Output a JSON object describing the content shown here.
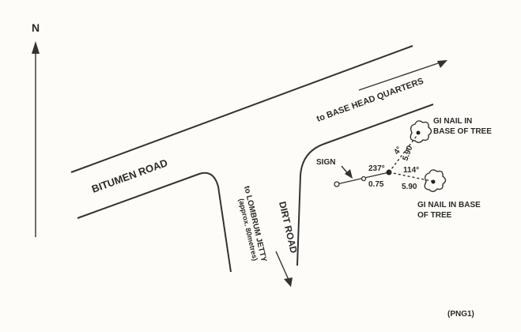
{
  "north_label": "N",
  "roads": {
    "bitumen": "BITUMEN ROAD",
    "dirt": "DIRT ROAD"
  },
  "directions": {
    "base_hq": "to BASE HEAD QUARTERS",
    "jetty_line1": "to LOMBRUM JETTY",
    "jetty_line2": "(approx. 80metres)"
  },
  "survey": {
    "sign_label": "SIGN",
    "angle_to_sign": "237°",
    "dist_to_sign": "0.75",
    "angle_upper": "4°",
    "dist_upper": "5.90",
    "angle_lower": "114°",
    "dist_lower": "5.90"
  },
  "trees": {
    "upper_line1": "GI NAIL IN",
    "upper_line2": "BASE OF TREE",
    "lower_line1": "GI NAIL IN BASE",
    "lower_line2": "OF TREE"
  },
  "reference_code": "(PNG1)",
  "colors": {
    "ink": "#2a2a2a",
    "paper": "#fdfcf8"
  }
}
